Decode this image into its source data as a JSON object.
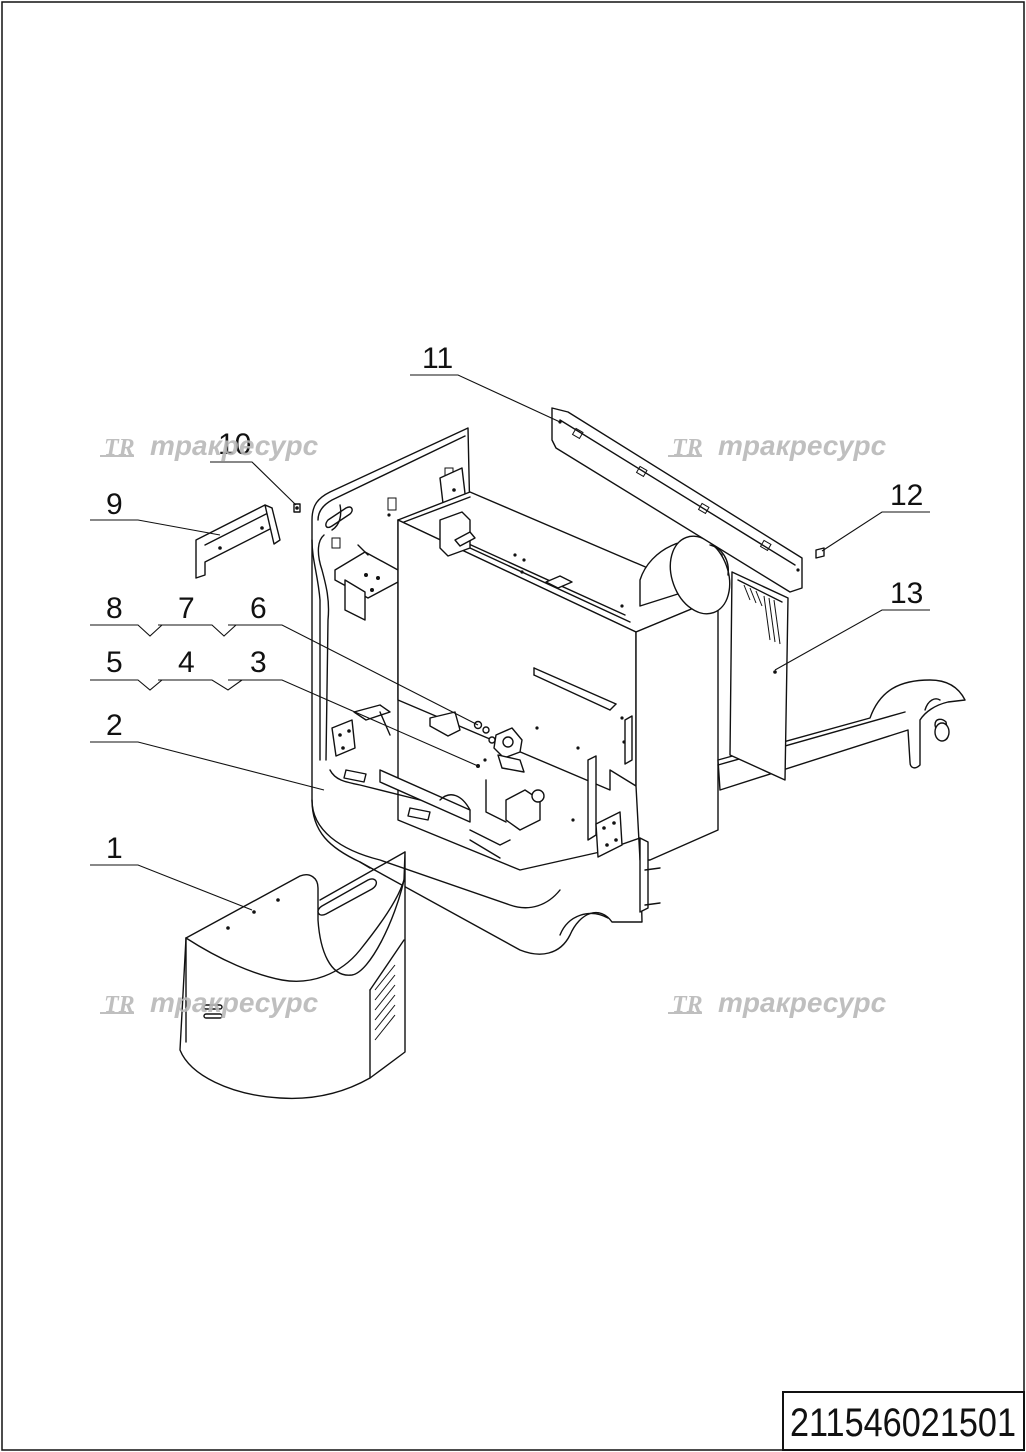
{
  "drawing_number": "211546021501",
  "watermark": {
    "logo": "TR",
    "text": "тракресурс"
  },
  "callouts": [
    {
      "id": "1",
      "label": "1"
    },
    {
      "id": "2",
      "label": "2"
    },
    {
      "id": "3",
      "label": "3"
    },
    {
      "id": "4",
      "label": "4"
    },
    {
      "id": "5",
      "label": "5"
    },
    {
      "id": "6",
      "label": "6"
    },
    {
      "id": "7",
      "label": "7"
    },
    {
      "id": "8",
      "label": "8"
    },
    {
      "id": "9",
      "label": "9"
    },
    {
      "id": "10",
      "label": "10"
    },
    {
      "id": "11",
      "label": "11"
    },
    {
      "id": "12",
      "label": "12"
    },
    {
      "id": "13",
      "label": "13"
    }
  ]
}
